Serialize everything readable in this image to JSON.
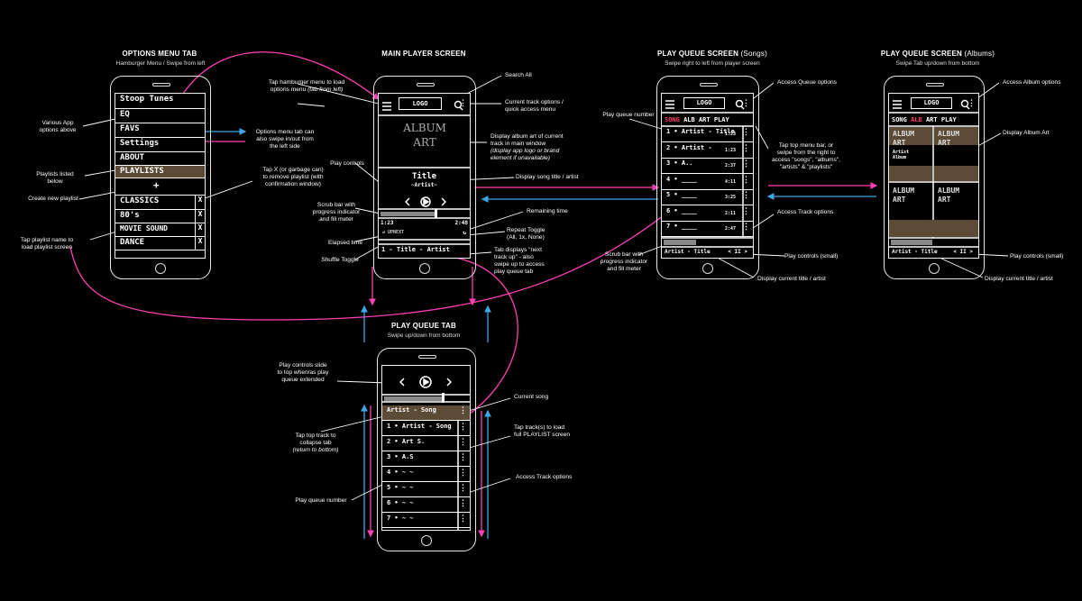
{
  "titles": {
    "options": "OPTIONS MENU TAB",
    "options_sub": "Hamburger Menu / Swipe from left",
    "main": "MAIN PLAYER SCREEN",
    "queue_songs_bold": "PLAY QUEUE SCREEN",
    "queue_songs_light": "(Songs)",
    "queue_songs_sub": "Swipe right to left from player screen",
    "queue_albums_bold": "PLAY QUEUE SCREEN",
    "queue_albums_light": "(Albums)",
    "queue_albums_sub": "Swipe Tab up/down from bottom",
    "queue_tab": "PLAY QUEUE TAB",
    "queue_tab_sub": "Swipe up/down from bottom"
  },
  "annotations": {
    "various_app": "Various App\noptions above",
    "playlists_listed": "Playlists listed\nbelow",
    "create_playlist": "Create new playlist",
    "tap_playlist": "Tap playlist name to\nload playlist screen",
    "tap_hamburger": "Tap hamburger menu to load\noptions menu",
    "tab_from_left": "(tab from left)",
    "options_menu_swipe": "Options menu tab can\nalso swipe in/out from\nthe left side",
    "tap_x": "Tap X (or garbage can)\nto remove playlist (with\nconfirmation window)",
    "play_controls": "Play controls",
    "scrub_bar": "Scrub bar with\nprogress indicator\nand fill meter",
    "elapsed": "Elapsed time",
    "shuffle": "Shuffle Toggle",
    "search_all": "Search All",
    "current_track_options": "Current track options /\nquick access menu",
    "display_album_art": "Display album art of current\ntrack in main window",
    "display_album_art_note": "(display app logo or brand\nelement if unavailable)",
    "display_song_title": "Display song title / artist",
    "remaining": "Remaining time",
    "repeat": "Repeat Toggle\n(All, 1x, None)",
    "tab_displays": "Tab displays \"next\ntrack up\" - also\nswipe up to access\nplay queue tab",
    "play_queue_number": "Play queue number",
    "scrub_bar_q": "Scrub bar with\nprogress indicator\nand fill meter",
    "access_queue": "Access Queue options",
    "tap_top_menu": "Tap top menu bar, or\nswipe from the right to\naccess \"songs\", \"albums\",\n\"artists\" & \"playlists\"",
    "access_track": "Access Track options",
    "play_controls_small": "Play controls (small)",
    "display_current": "Display current title / artist",
    "access_album": "Access Album options",
    "display_album_art2": "Display Album Art",
    "play_controls_small2": "Play controls (small)",
    "display_current2": "Display current title / artist",
    "controls_slide": "Play controls slide\nto top when/as play\nqueue extended",
    "tap_top_track": "Tap top track to\ncollapse tab",
    "return_bottom": "(return to bottom)",
    "play_queue_number2": "Play queue number",
    "current_song": "Current song",
    "tap_tracks": "Tap track(s) to load\nfull PLAYLIST screen",
    "access_track2": "Access Track options"
  },
  "options_screen": {
    "items": [
      "Stoop Tunes",
      "EQ",
      "FAVS",
      "Settings",
      "ABOUT",
      "PLAYLISTS",
      "CLASSICS",
      "80's",
      "MOVIE SOUND",
      "DANCE"
    ],
    "plus": "+",
    "x": "X"
  },
  "main_screen": {
    "logo": "LOGO",
    "album_art": "ALBUM\nART",
    "song_title": "Title",
    "song_artist": "~Artist~",
    "elapsed": "1:23",
    "remaining": "2:48",
    "shuffle_bar": "UPNEXT",
    "next_track": "1 - Title - Artist"
  },
  "queue_songs": {
    "logo": "LOGO",
    "tabs": [
      "SONG",
      "ALB",
      "ART",
      "PLAY"
    ],
    "tracks": [
      "1 • Artist - Title",
      "2 • Artist -",
      "3 • A..",
      "4 • ____",
      "5 • ____",
      "6 • ____",
      "7 • ____"
    ],
    "times": [
      "1:23",
      "1:23",
      "2:37",
      "4:11",
      "3:25",
      "2:11",
      "2:47"
    ],
    "now_playing": "Artist - Title",
    "mini_controls": "< II >"
  },
  "queue_albums": {
    "logo": "LOGO",
    "tabs": [
      "SONG",
      "ALB",
      "ART",
      "PLAY"
    ],
    "albums": [
      "ALBUM\nART",
      "ALBUM\nART",
      "ALBUM\nART",
      "ALBUM\nART"
    ],
    "album_caption": "Artist\nAlbum",
    "now_playing": "Artist - Title",
    "mini_controls": "< II >"
  },
  "queue_tab_screen": {
    "current": "Artist - Song",
    "tracks": [
      "1 • Artist - Song",
      "2 • Art S.",
      "3 • A.S",
      "4 • ~ ~",
      "5 • ~ ~",
      "6 • ~ ~",
      "7 • ~ ~"
    ]
  },
  "colors": {
    "pink": "#ff3fb4",
    "blue": "#3ea8e6",
    "red": "#ff3b6b"
  }
}
